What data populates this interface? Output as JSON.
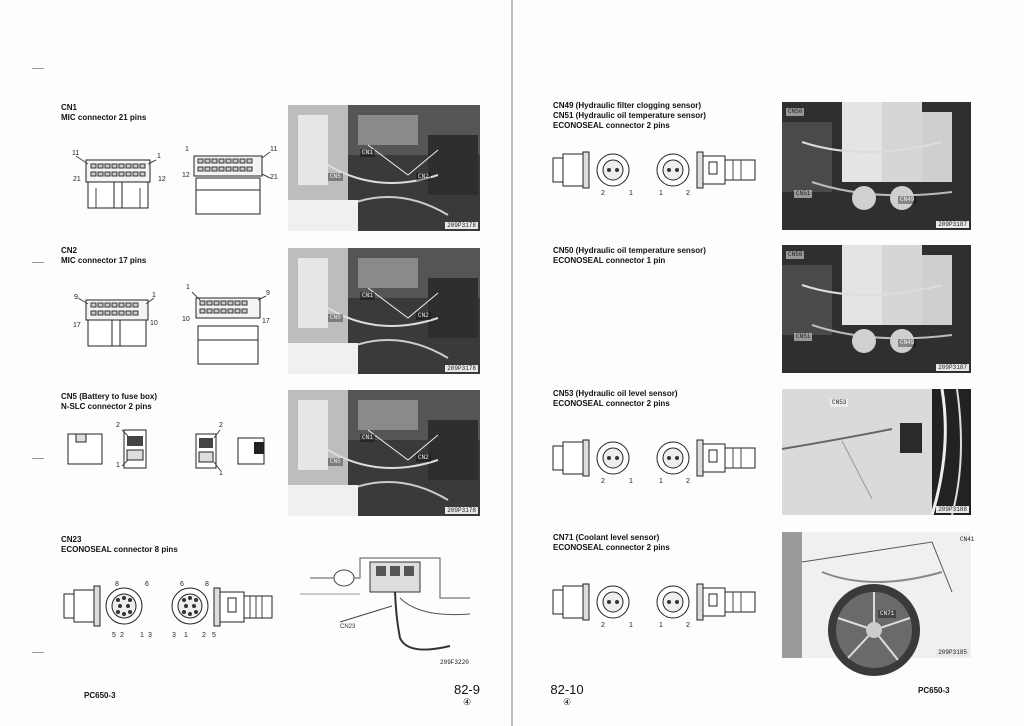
{
  "left_page": {
    "sections": [
      {
        "title": "CN1",
        "subtitle": "MIC connector 21 pins",
        "pins_left": [
          "11",
          "1",
          "21",
          "12"
        ],
        "pins_right": [
          "1",
          "11",
          "12",
          "21"
        ],
        "photo_labels": [
          "CN1",
          "CN2",
          "CN5"
        ],
        "photo_code": "209P3178"
      },
      {
        "title": "CN2",
        "subtitle": "MIC connector 17 pins",
        "pins_left": [
          "9",
          "1",
          "17",
          "10"
        ],
        "pins_right": [
          "1",
          "9",
          "10",
          "17"
        ],
        "photo_labels": [
          "CN1",
          "CN2",
          "CN5"
        ],
        "photo_code": "209P3178"
      },
      {
        "title": "CN5 (Battery to fuse box)",
        "subtitle": "N-SLC connector 2 pins",
        "pins_left": [
          "2",
          "1"
        ],
        "pins_right": [
          "2",
          "1"
        ],
        "photo_labels": [
          "CN1",
          "CN2",
          "CN5"
        ],
        "photo_code": "209P3178"
      },
      {
        "title": "CN23",
        "subtitle": "ECONOSEAL connector 8 pins",
        "pins_left": [
          "8",
          "6",
          "5",
          "2",
          "1",
          "3"
        ],
        "pins_right": [
          "6",
          "8",
          "3",
          "1",
          "2",
          "5"
        ],
        "photo_labels": [
          "CN23"
        ],
        "photo_code": "209F3220"
      }
    ],
    "footer_model": "PC650-3",
    "page_number": "82-9",
    "revision": "④"
  },
  "right_page": {
    "sections": [
      {
        "title": "CN49 (Hydraulic filter clogging sensor)",
        "title2": "CN51 (Hydraulic oil temperature sensor)",
        "subtitle": "ECONOSEAL connector 2 pins",
        "pins_left": [
          "2",
          "1"
        ],
        "pins_right": [
          "1",
          "2"
        ],
        "photo_labels": [
          "CN50",
          "CN51",
          "CN49"
        ],
        "photo_code": "209P3187"
      },
      {
        "title": "CN50 (Hydraulic oil temperature sensor)",
        "subtitle": "ECONOSEAL connector 1 pin",
        "photo_labels": [
          "CN50",
          "CN51",
          "CN49"
        ],
        "photo_code": "209P3187"
      },
      {
        "title": "CN53 (Hydraulic oil level sensor)",
        "subtitle": "ECONOSEAL connector 2 pins",
        "pins_left": [
          "2",
          "1"
        ],
        "pins_right": [
          "1",
          "2"
        ],
        "photo_labels": [
          "CN53"
        ],
        "photo_code": "209P3188"
      },
      {
        "title": "CN71 (Coolant level sensor)",
        "subtitle": "ECONOSEAL connector 2 pins",
        "pins_left": [
          "2",
          "1"
        ],
        "pins_right": [
          "1",
          "2"
        ],
        "photo_labels": [
          "CN41",
          "CN71"
        ],
        "photo_code": "209P3185"
      }
    ],
    "footer_model": "PC650-3",
    "page_number": "82-10",
    "revision": "④"
  }
}
